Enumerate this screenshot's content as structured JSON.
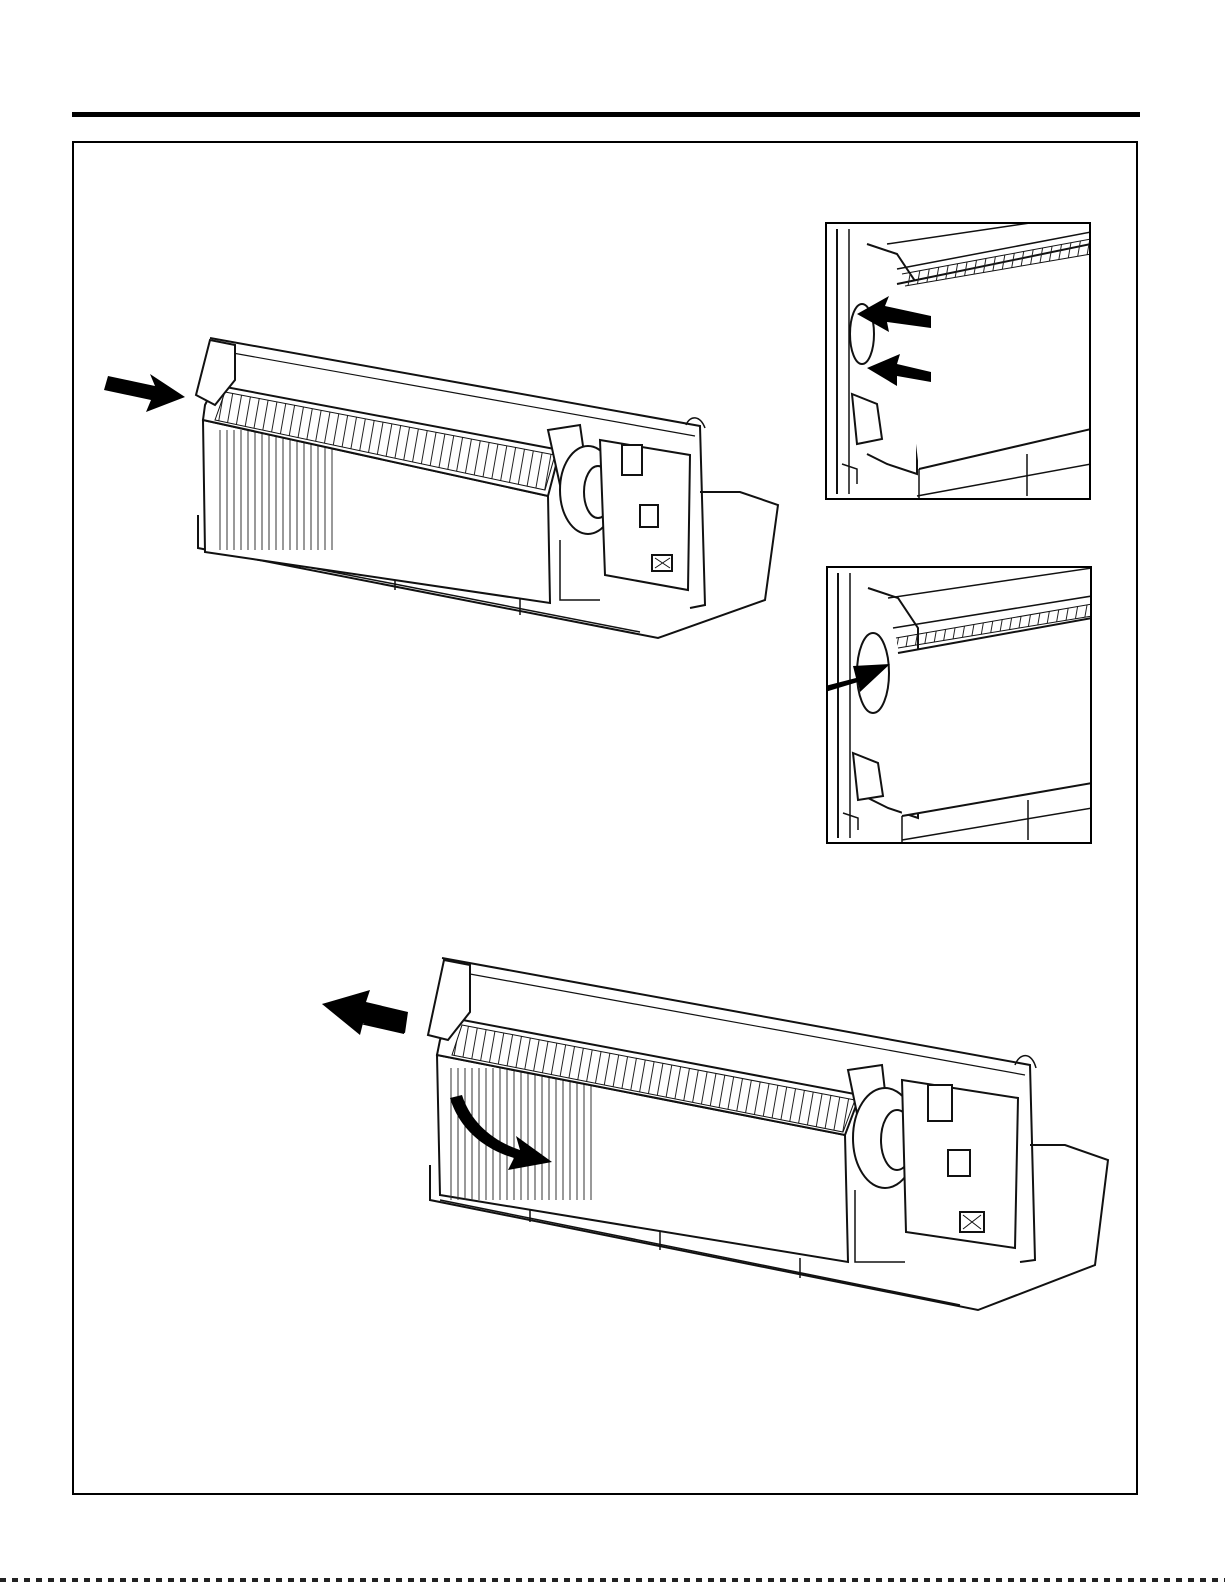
{
  "figures": [
    {
      "id": "unit-top",
      "description_name": "ptac-unit-front-removed"
    },
    {
      "id": "inset-top",
      "description_name": "detail-side-clips"
    },
    {
      "id": "inset-bottom",
      "description_name": "detail-side-tab"
    },
    {
      "id": "unit-bottom",
      "description_name": "ptac-unit-pull-out"
    }
  ],
  "arrows": [
    {
      "name": "push-arrow",
      "direction": "down-right"
    },
    {
      "name": "clip-arrow-upper",
      "direction": "left"
    },
    {
      "name": "clip-arrow-lower",
      "direction": "left"
    },
    {
      "name": "tab-arrow",
      "direction": "right"
    },
    {
      "name": "pull-arrow",
      "direction": "left"
    },
    {
      "name": "rotate-arrow",
      "direction": "curved-down-right"
    }
  ],
  "colors": {
    "ink": "#000000",
    "paper": "#ffffff",
    "linework": "#1a1a1a"
  }
}
